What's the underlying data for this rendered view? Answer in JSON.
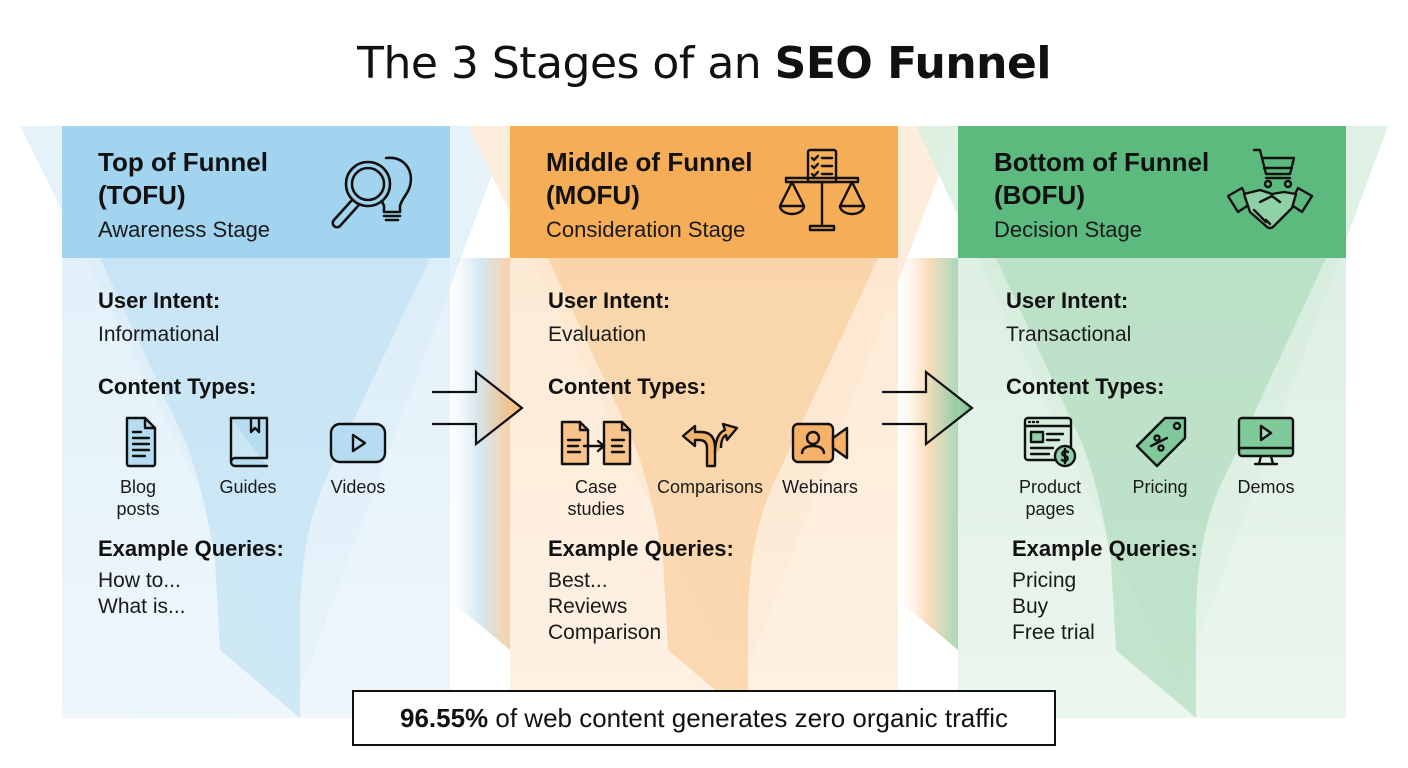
{
  "title": {
    "regular": "The 3 Stages of an ",
    "bold": "SEO Funnel"
  },
  "colors": {
    "tofu": "#a2d4ef",
    "mofu": "#f6ad57",
    "bofu": "#5cba7f"
  },
  "stages": [
    {
      "id": "tofu",
      "title_line1": "Top of Funnel",
      "title_line2": "(TOFU)",
      "subtitle": "Awareness Stage",
      "icon": "magnifier-lightbulb-icon",
      "user_intent_label": "User Intent:",
      "user_intent": "Informational",
      "content_types_label": "Content Types:",
      "content_types": [
        {
          "label_line1": "Blog",
          "label_line2": "posts",
          "icon": "document-icon"
        },
        {
          "label_line1": "Guides",
          "label_line2": "",
          "icon": "book-icon"
        },
        {
          "label_line1": "Videos",
          "label_line2": "",
          "icon": "video-play-icon"
        }
      ],
      "example_queries_label": "Example Queries:",
      "example_queries": [
        "How to...",
        "What is..."
      ]
    },
    {
      "id": "mofu",
      "title_line1": "Middle of Funnel",
      "title_line2": "(MOFU)",
      "subtitle": "Consideration Stage",
      "icon": "checklist-scale-icon",
      "user_intent_label": "User Intent:",
      "user_intent": "Evaluation",
      "content_types_label": "Content Types:",
      "content_types": [
        {
          "label_line1": "Case",
          "label_line2": "studies",
          "icon": "documents-compare-icon"
        },
        {
          "label_line1": "Comparisons",
          "label_line2": "",
          "icon": "split-arrows-icon"
        },
        {
          "label_line1": "Webinars",
          "label_line2": "",
          "icon": "video-camera-icon"
        }
      ],
      "example_queries_label": "Example Queries:",
      "example_queries": [
        "Best...",
        "Reviews",
        "Comparison"
      ]
    },
    {
      "id": "bofu",
      "title_line1": "Bottom of Funnel",
      "title_line2": "(BOFU)",
      "subtitle": "Decision Stage",
      "icon": "cart-handshake-icon",
      "user_intent_label": "User Intent:",
      "user_intent": "Transactional",
      "content_types_label": "Content Types:",
      "content_types": [
        {
          "label_line1": "Product",
          "label_line2": "pages",
          "icon": "product-page-icon"
        },
        {
          "label_line1": "Pricing",
          "label_line2": "",
          "icon": "price-tag-icon"
        },
        {
          "label_line1": "Demos",
          "label_line2": "",
          "icon": "monitor-play-icon"
        }
      ],
      "example_queries_label": "Example Queries:",
      "example_queries": [
        "Pricing",
        "Buy",
        "Free trial"
      ]
    }
  ],
  "stat": {
    "bold": "96.55%",
    "text": " of web content generates zero organic traffic"
  }
}
